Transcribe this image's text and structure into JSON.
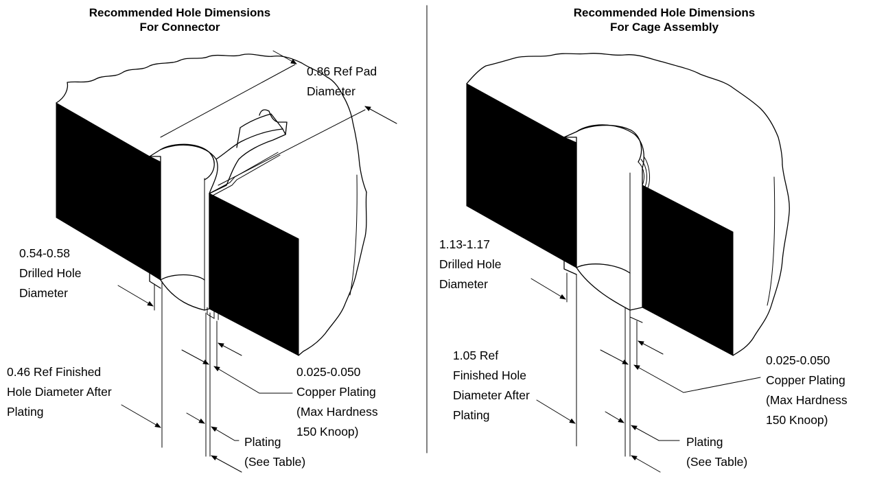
{
  "left_panel": {
    "title_line1": "Recommended Hole Dimensions",
    "title_line2": "For Connector",
    "pad_diameter": {
      "line1": "0.86 Ref Pad",
      "line2": "Diameter"
    },
    "drilled_hole": {
      "line1": "0.54-0.58",
      "line2": "Drilled Hole",
      "line3": "Diameter"
    },
    "finished_hole": {
      "line1": "0.46 Ref Finished",
      "line2": "Hole Diameter After",
      "line3": "Plating"
    },
    "copper_plating": {
      "line1": "0.025-0.050",
      "line2": "Copper Plating",
      "line3": "(Max Hardness",
      "line4": "150 Knoop)"
    },
    "plating": {
      "line1": "Plating",
      "line2": "(See Table)"
    }
  },
  "right_panel": {
    "title_line1": "Recommended Hole Dimensions",
    "title_line2": "For Cage Assembly",
    "drilled_hole": {
      "line1": "1.13-1.17",
      "line2": "Drilled Hole",
      "line3": "Diameter"
    },
    "finished_hole": {
      "line1": "1.05 Ref",
      "line2": "Finished Hole",
      "line3": "Diameter After",
      "line4": "Plating"
    },
    "copper_plating": {
      "line1": "0.025-0.050",
      "line2": "Copper Plating",
      "line3": "(Max Hardness",
      "line4": "150 Knoop)"
    },
    "plating": {
      "line1": "Plating",
      "line2": "(See Table)"
    }
  }
}
